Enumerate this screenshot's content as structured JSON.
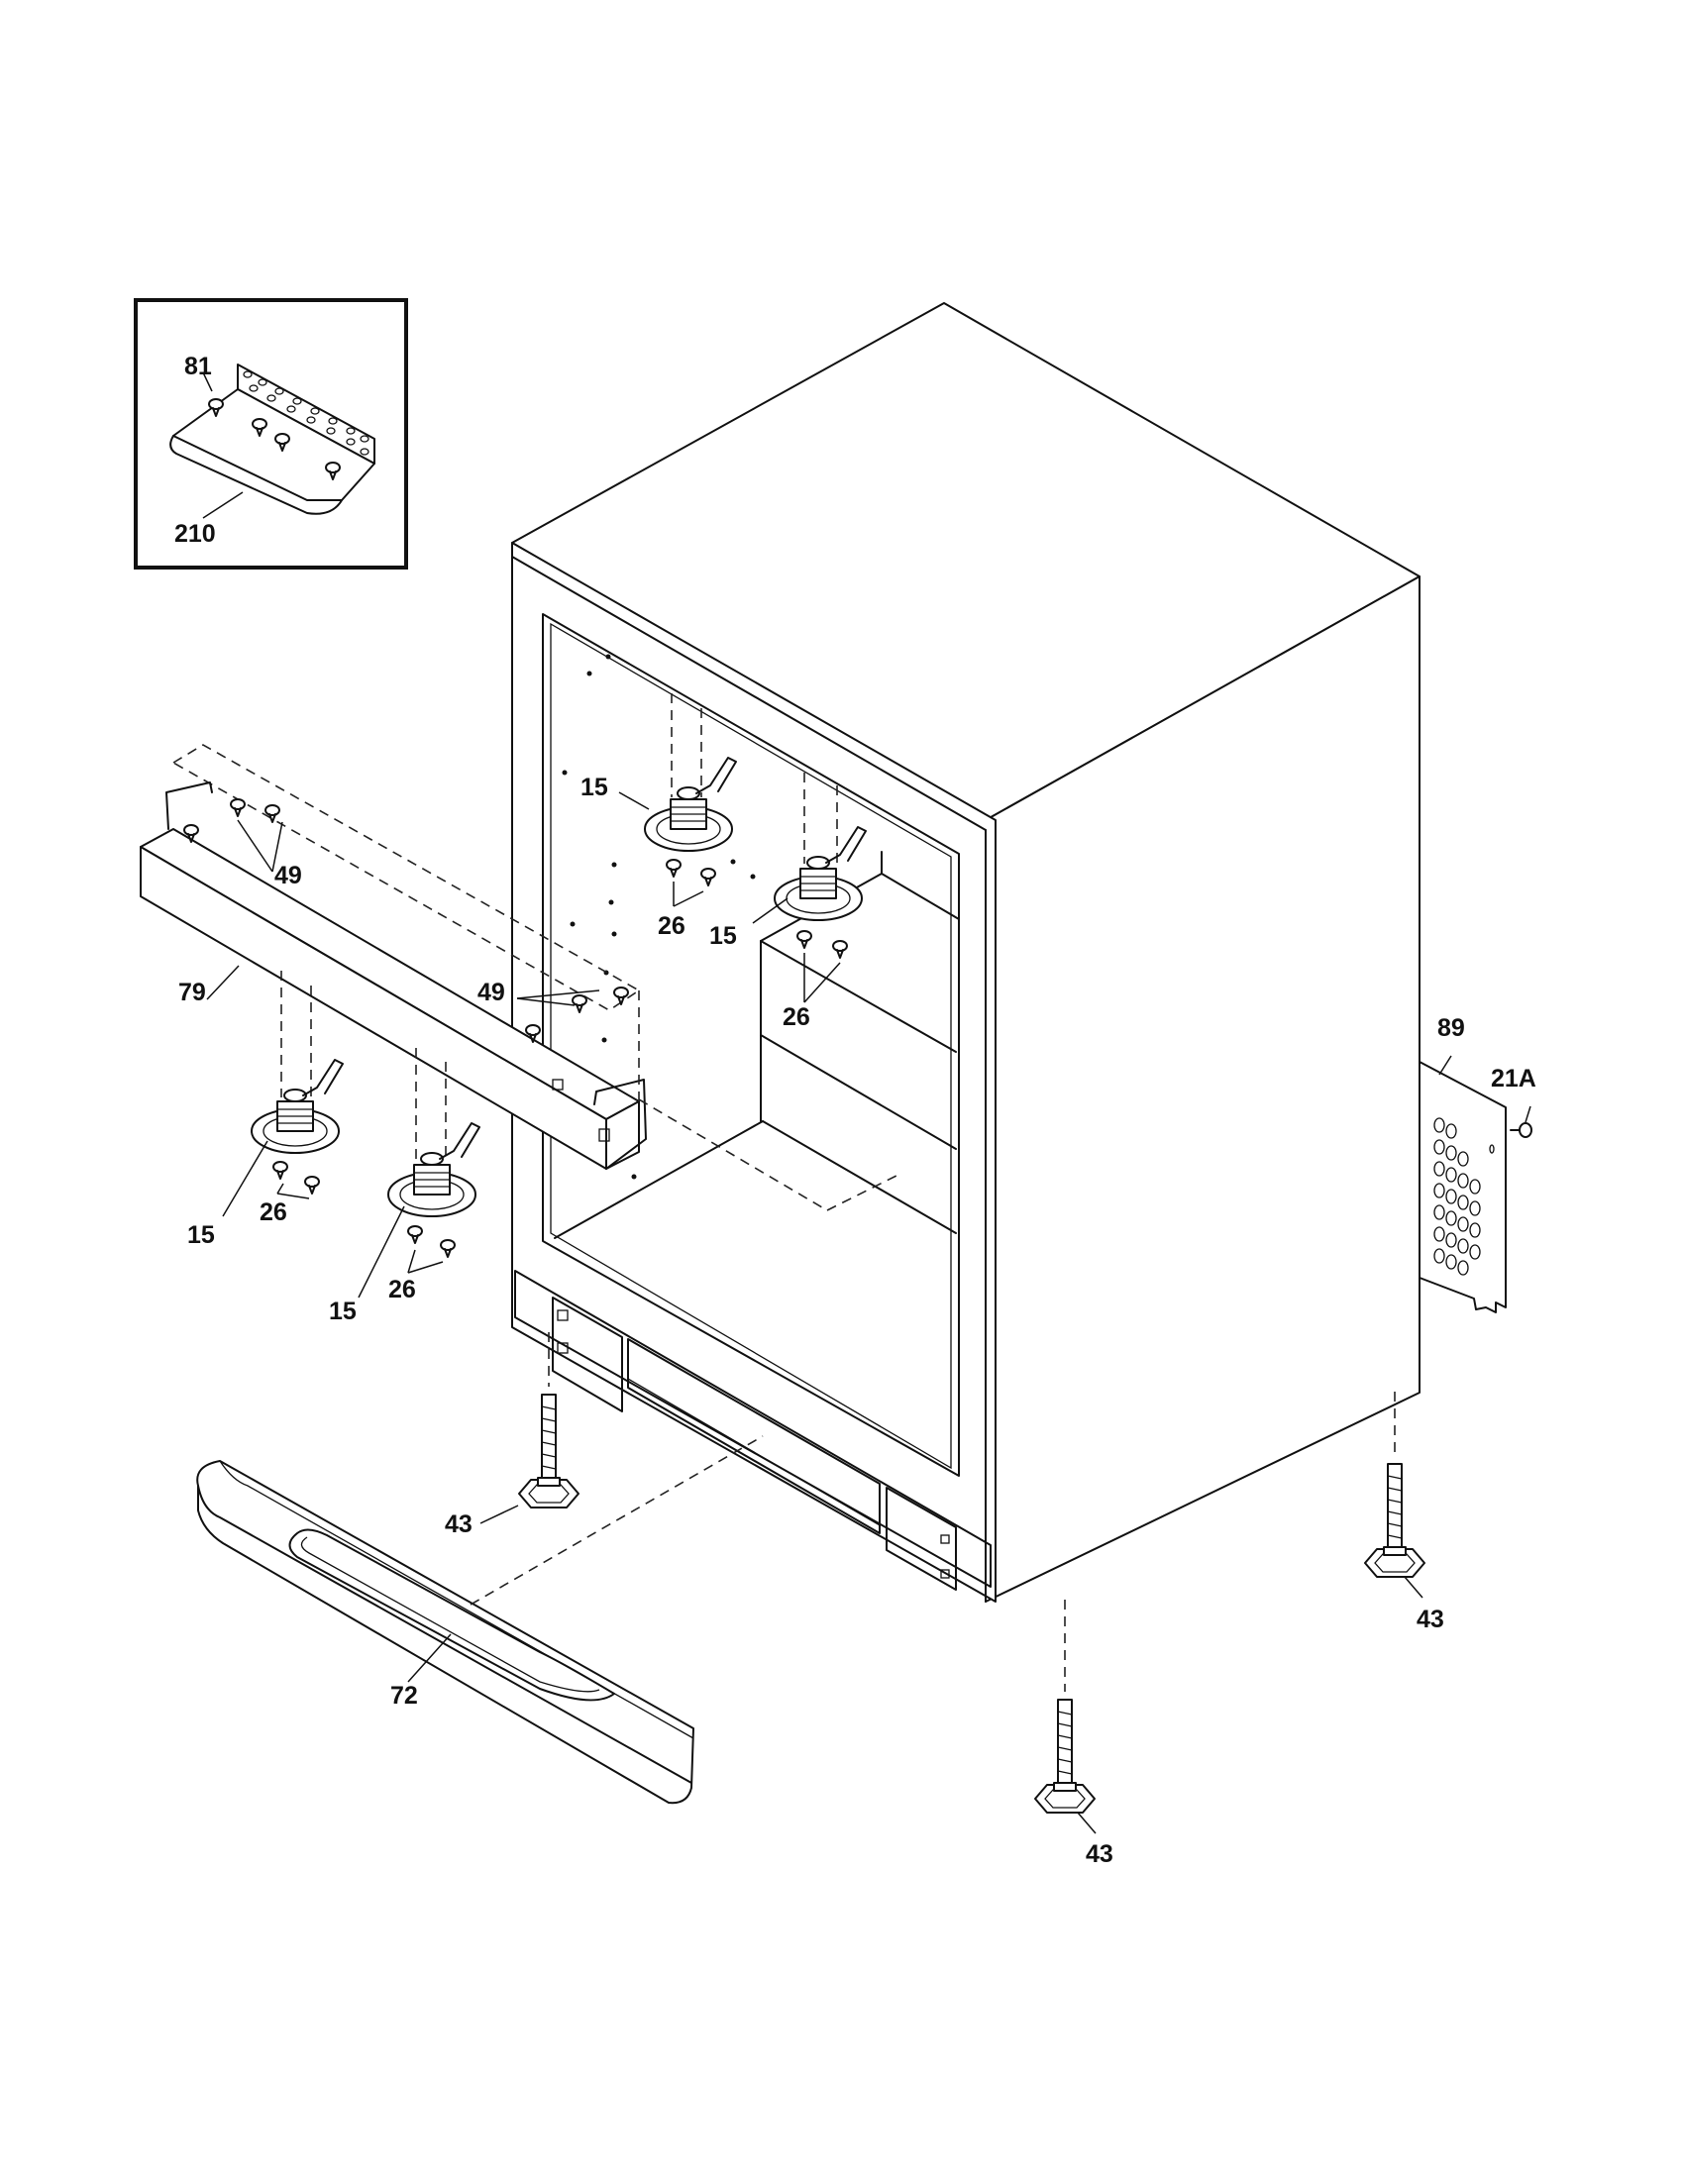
{
  "colors": {
    "line": "#111111",
    "background": "#ffffff"
  },
  "callouts": {
    "inset_bracket": "81",
    "inset_shelf": "210",
    "mount_15_top": "15",
    "mount_15_right": "15",
    "mount_15_left": "15",
    "mount_15_bottom": "15",
    "screws_26_top": "26",
    "screws_26_right": "26",
    "screws_26_left": "26",
    "screws_26_bottom": "26",
    "screws_49_left": "49",
    "screws_49_right": "49",
    "cross_rail": "79",
    "rear_panel": "89",
    "rear_screw": "21A",
    "leveling_leg_front_left": "43",
    "leveling_leg_rear_right": "43",
    "leveling_leg_front_right": "43",
    "kick_plate": "72"
  }
}
